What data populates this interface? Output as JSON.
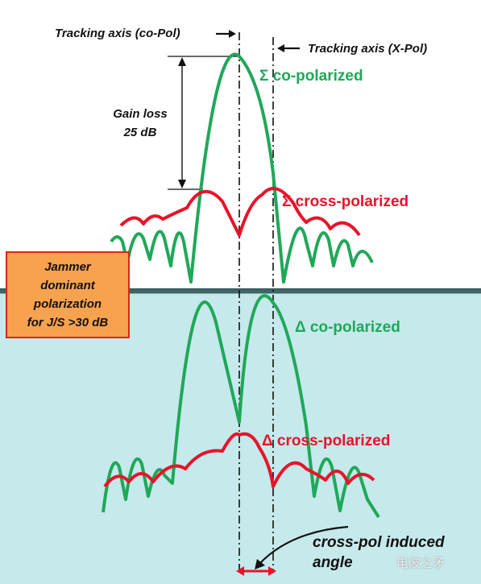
{
  "labels": {
    "tracking_co": "Tracking axis (co-Pol)",
    "tracking_x": "Tracking axis (X-Pol)",
    "gain_loss": "Gain loss\n25 dB",
    "sum_co": "Σ co-polarized",
    "sum_cross": "Σ cross-polarized",
    "delta_co": "Δ co-polarized",
    "delta_cross": "Δ cross-polarized",
    "jammer": "Jammer\ndominant\npolarization\nfor J/S >30 dB",
    "cross_pol_angle": "cross-pol  induced angle",
    "watermark": "电波之矛"
  },
  "colors": {
    "co_polarized": "#1fa858",
    "cross_polarized": "#e8132a",
    "panel_background": "#c6e9ec",
    "jammer_box": "#f7a24e"
  },
  "icons": {
    "arrow_right": "right-arrow-icon",
    "arrow_left": "left-arrow-icon",
    "watermark": "wechat-icon"
  }
}
